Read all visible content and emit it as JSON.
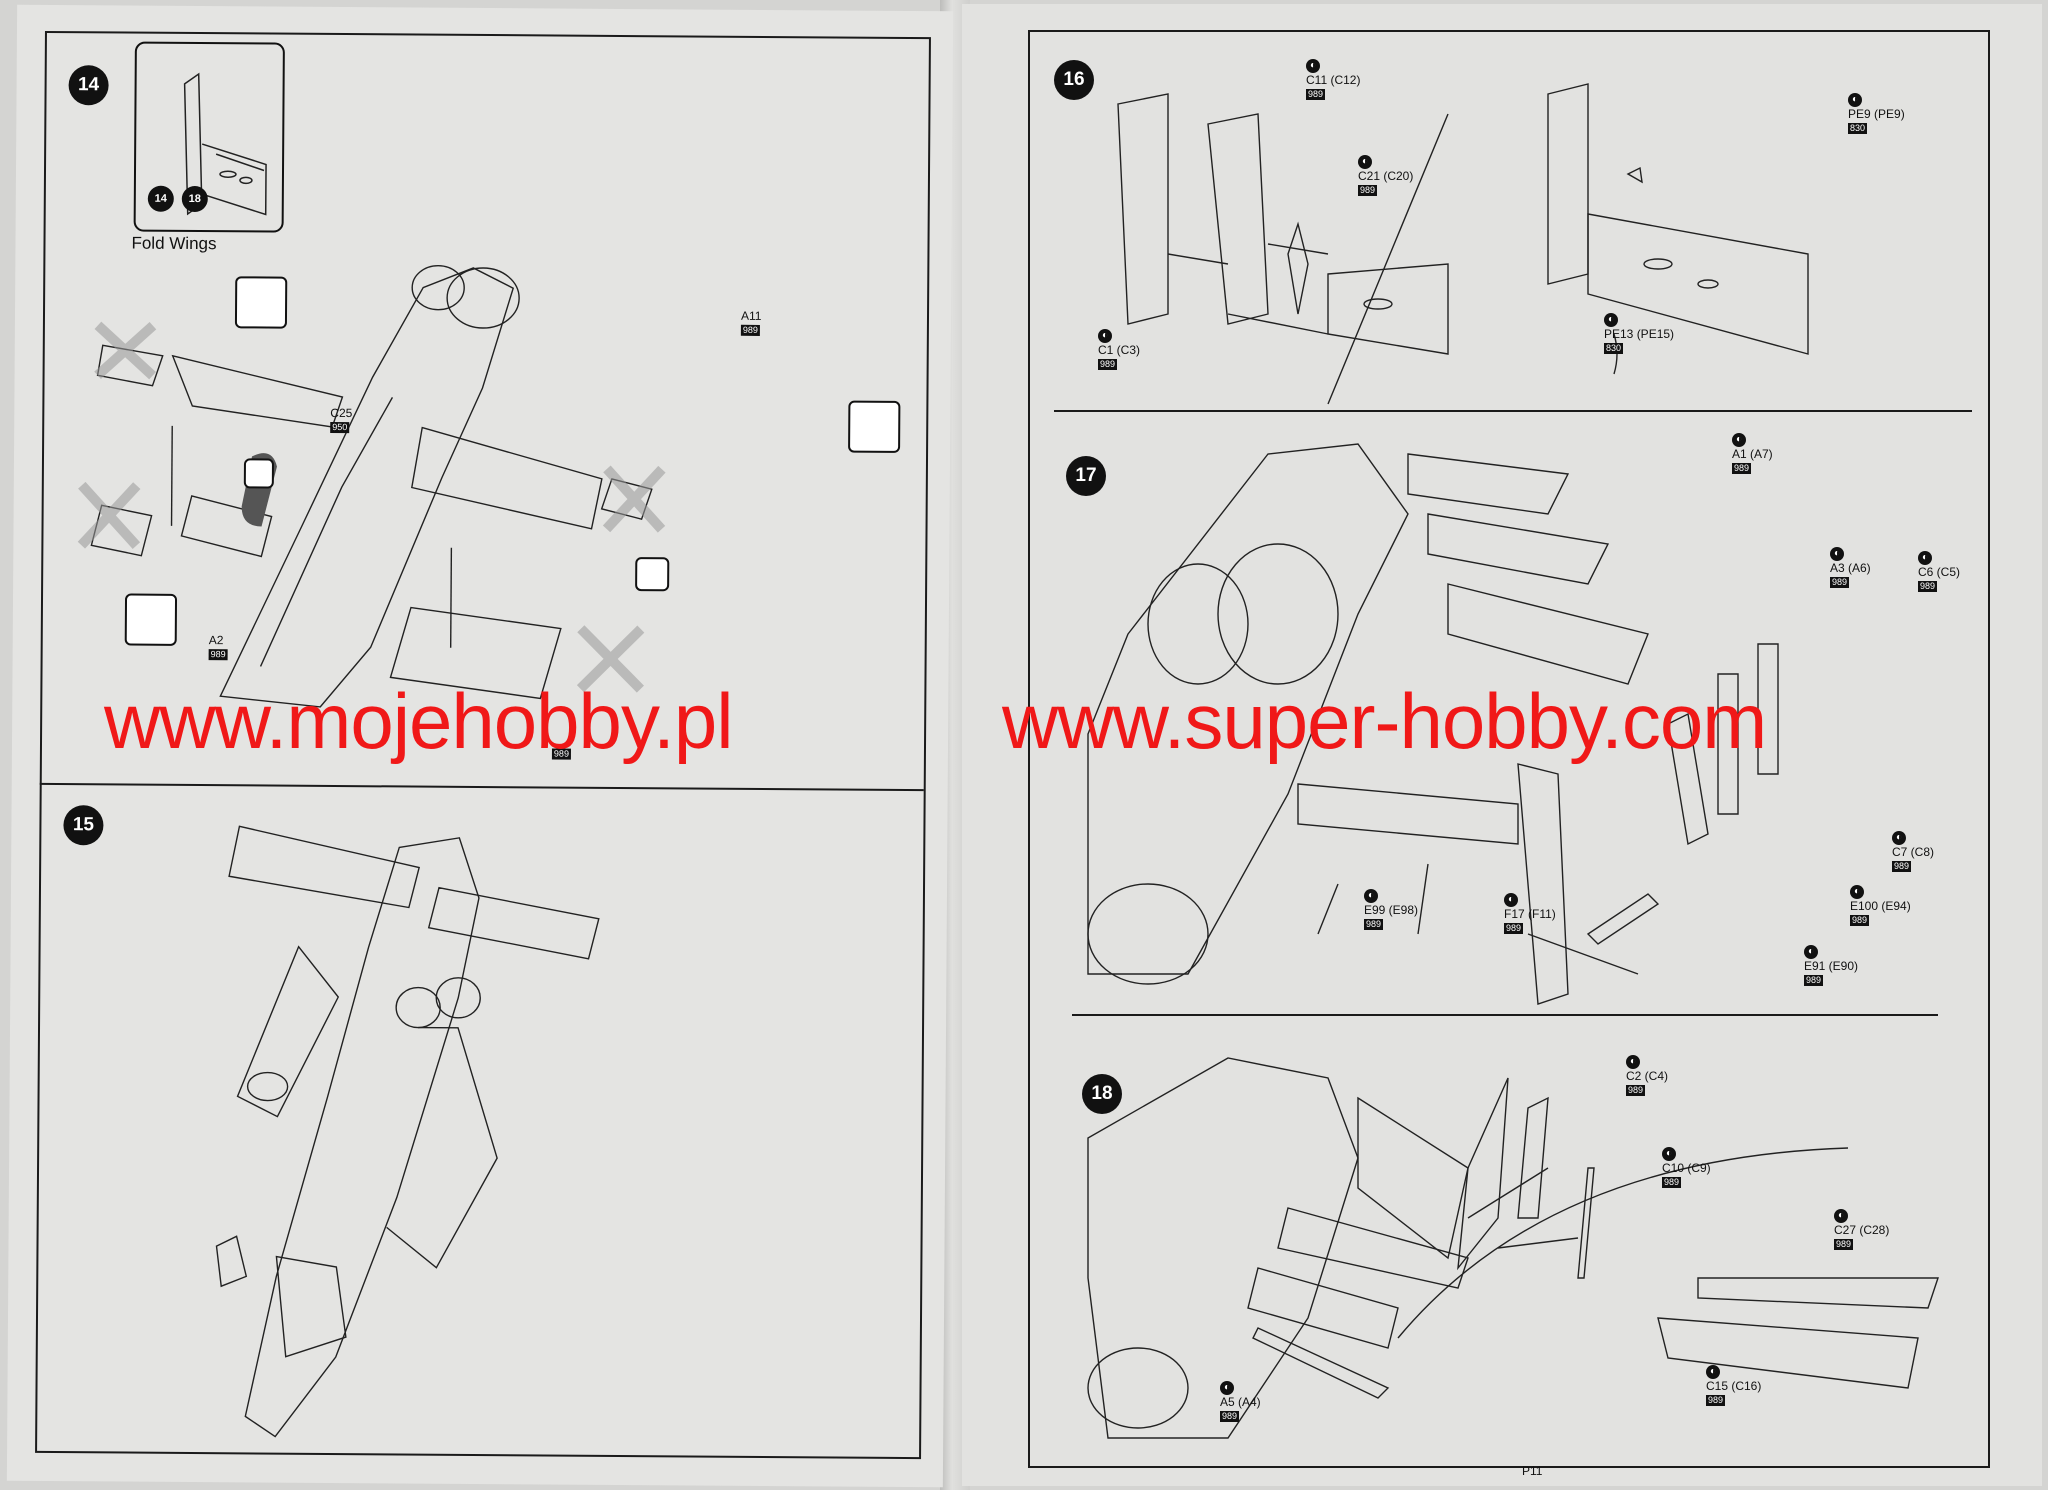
{
  "steps": {
    "s14": {
      "number": "14"
    },
    "s15": {
      "number": "15"
    },
    "s16": {
      "number": "16"
    },
    "s17": {
      "number": "17"
    },
    "s18": {
      "number": "18"
    }
  },
  "inset14": {
    "from": "14",
    "to": "18",
    "caption": "Fold Wings"
  },
  "labels14": {
    "a11": {
      "part": "A11",
      "code": "989"
    },
    "c25": {
      "part": "C25",
      "code": "950"
    },
    "a2": {
      "part": "A2",
      "code": "989"
    },
    "bottom": {
      "part": "",
      "code": "989"
    }
  },
  "labels16": {
    "c11": {
      "part": "C11 (C12)",
      "code": "989"
    },
    "c21": {
      "part": "C21 (C20)",
      "code": "989"
    },
    "c1": {
      "part": "C1 (C3)",
      "code": "989"
    },
    "pe9": {
      "part": "PE9 (PE9)",
      "code": "830"
    },
    "pe13": {
      "part": "PE13 (PE15)",
      "code": "830"
    }
  },
  "labels17": {
    "a1": {
      "part": "A1 (A7)",
      "code": "989"
    },
    "a3": {
      "part": "A3 (A6)",
      "code": "989"
    },
    "c6": {
      "part": "C6 (C5)",
      "code": "989"
    },
    "c7": {
      "part": "C7 (C8)",
      "code": "989"
    },
    "e100": {
      "part": "E100 (E94)",
      "code": "989"
    },
    "e99": {
      "part": "E99 (E98)",
      "code": "989"
    },
    "f17": {
      "part": "F17 (F11)",
      "code": "989"
    },
    "e91": {
      "part": "E91 (E90)",
      "code": "989"
    }
  },
  "labels18": {
    "c2": {
      "part": "C2 (C4)",
      "code": "989"
    },
    "c10": {
      "part": "C10 (C9)",
      "code": "989"
    },
    "c27": {
      "part": "C27 (C28)",
      "code": "989"
    },
    "c15": {
      "part": "C15 (C16)",
      "code": "989"
    },
    "a5": {
      "part": "A5 (A4)",
      "code": "989"
    }
  },
  "watermark": {
    "left": "www.mojehobby.pl",
    "right": "www.super-hobby.com",
    "color": "#f01818"
  },
  "footer": {
    "page_number": "P11"
  },
  "icons": {
    "part_ref": "half-filled-circle-icon",
    "remove": "x-cross-icon",
    "cut": "cut-instruction-icon",
    "glue": "glue-icon"
  }
}
